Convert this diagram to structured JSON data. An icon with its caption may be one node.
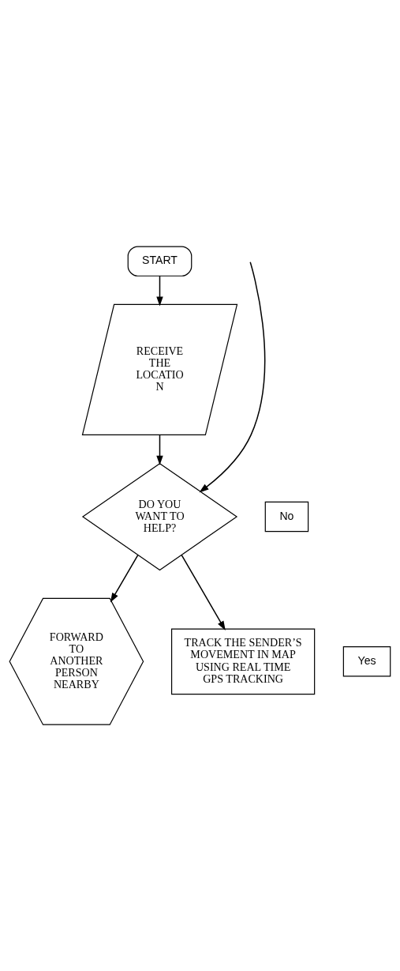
{
  "diagram": {
    "nodes": [
      {
        "text": [
          "START"
        ]
      },
      {
        "text": [
          "RECEIVE THE LOCATIO N"
        ]
      },
      {
        "text": [
          "DO YOU WANT TO HELP?"
        ]
      },
      {
        "text": [
          "No"
        ]
      },
      {
        "text": [
          "FORWARD TO ANOTHER PERSON NEARBY"
        ]
      },
      {
        "text": [
          "Yes"
        ]
      },
      {
        "text": [
          "TRACK THE SENDER’S MOVEMENT IN MAP USING REAL TIME GPS TRACKING"
        ]
      }
    ],
    "edges": [
      {
        "from": 0,
        "to": 1,
        "arrow": "to"
      },
      {
        "from": 1,
        "to": 2,
        "arrow": "to"
      },
      {
        "from": null,
        "to": 2,
        "arrow": "to"
      },
      {
        "from": 2,
        "to": 4,
        "arrow": "to"
      },
      {
        "from": 2,
        "to": 6,
        "arrow": "to"
      }
    ]
  }
}
